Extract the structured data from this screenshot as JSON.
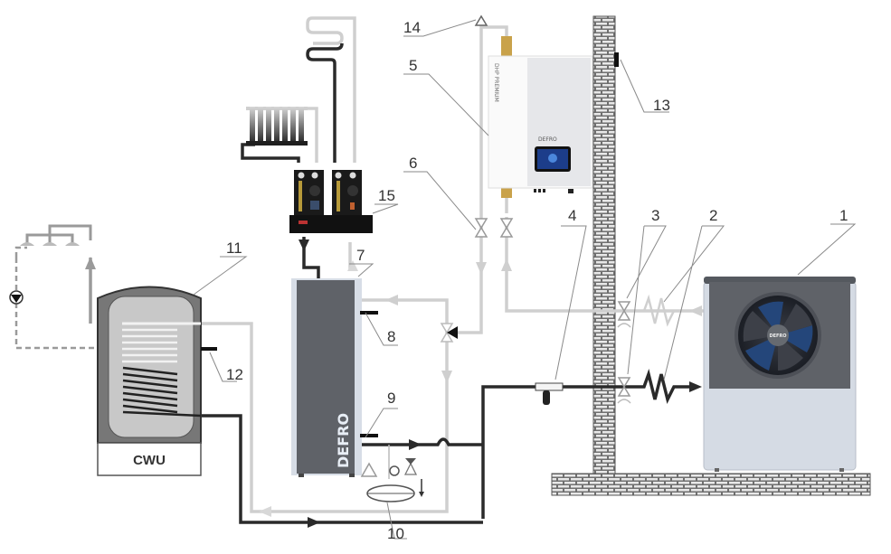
{
  "diagram": {
    "title": "DEFRO heat pump installation scheme",
    "labels": {
      "l1": "1",
      "l2": "2",
      "l3": "3",
      "l4": "4",
      "l5": "5",
      "l6": "6",
      "l7": "7",
      "l8": "8",
      "l9": "9",
      "l10": "10",
      "l11": "11",
      "l12": "12",
      "l13": "13",
      "l14": "14",
      "l15": "15"
    },
    "components": {
      "heat_pump": {
        "number": "1",
        "brand": "DEFRO"
      },
      "flexible_hoses": {
        "number": "2"
      },
      "shutoff_valves": {
        "number": "3"
      },
      "filter": {
        "number": "4"
      },
      "indoor_module": {
        "number": "5",
        "side_text": "DHP PREMIUM",
        "brand": "DEFRO"
      },
      "service_valves": {
        "number": "6"
      },
      "buffer_tank": {
        "number": "7",
        "brand": "DEFRO"
      },
      "sensor_upper": {
        "number": "8"
      },
      "sensor_lower": {
        "number": "9"
      },
      "expansion_vessel": {
        "number": "10"
      },
      "dhw_tank": {
        "number": "11",
        "name": "CWU"
      },
      "dhw_sensor": {
        "number": "12"
      },
      "outdoor_sensor": {
        "number": "13"
      },
      "air_vent": {
        "number": "14"
      },
      "pump_groups": {
        "number": "15"
      }
    },
    "colors": {
      "supply_pipe": "#2a2a2a",
      "return_pipe": "#cfcfcf",
      "unit_dark": "#5f6268",
      "unit_light": "#d7dde6",
      "fan_blue": "#24467a",
      "brick": "#6f6f6f"
    }
  }
}
